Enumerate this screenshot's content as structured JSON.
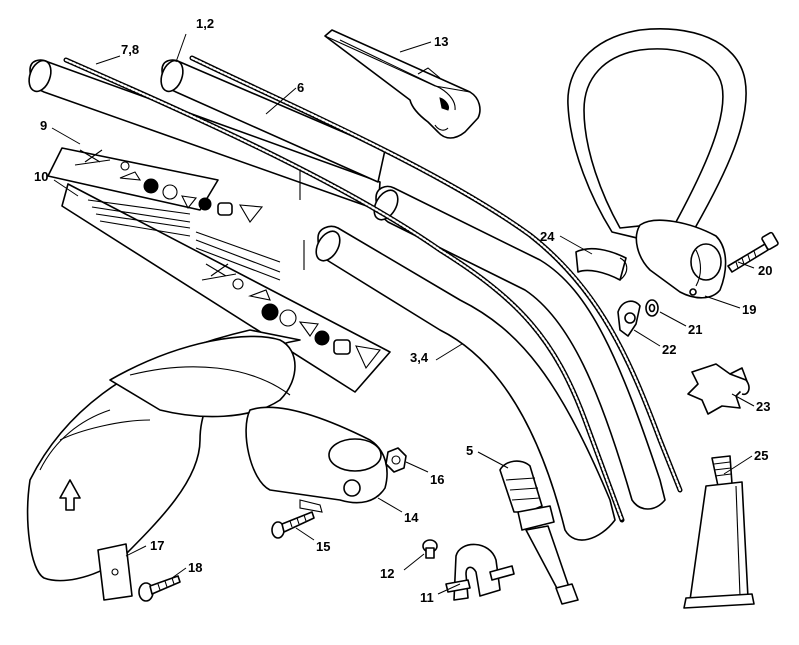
{
  "diagram": {
    "labels": [
      {
        "id": "p1_2",
        "text": "1,2"
      },
      {
        "id": "p7_8",
        "text": "7,8"
      },
      {
        "id": "p6",
        "text": "6"
      },
      {
        "id": "p13",
        "text": "13"
      },
      {
        "id": "p9",
        "text": "9"
      },
      {
        "id": "p10",
        "text": "10"
      },
      {
        "id": "p24",
        "text": "24"
      },
      {
        "id": "p20",
        "text": "20"
      },
      {
        "id": "p19",
        "text": "19"
      },
      {
        "id": "p21",
        "text": "21"
      },
      {
        "id": "p22",
        "text": "22"
      },
      {
        "id": "p3_4",
        "text": "3,4"
      },
      {
        "id": "p23",
        "text": "23"
      },
      {
        "id": "p25",
        "text": "25"
      },
      {
        "id": "p5",
        "text": "5"
      },
      {
        "id": "p16",
        "text": "16"
      },
      {
        "id": "p14",
        "text": "14"
      },
      {
        "id": "p15",
        "text": "15"
      },
      {
        "id": "p17",
        "text": "17"
      },
      {
        "id": "p18",
        "text": "18"
      },
      {
        "id": "p12",
        "text": "12"
      },
      {
        "id": "p11",
        "text": "11"
      }
    ]
  }
}
